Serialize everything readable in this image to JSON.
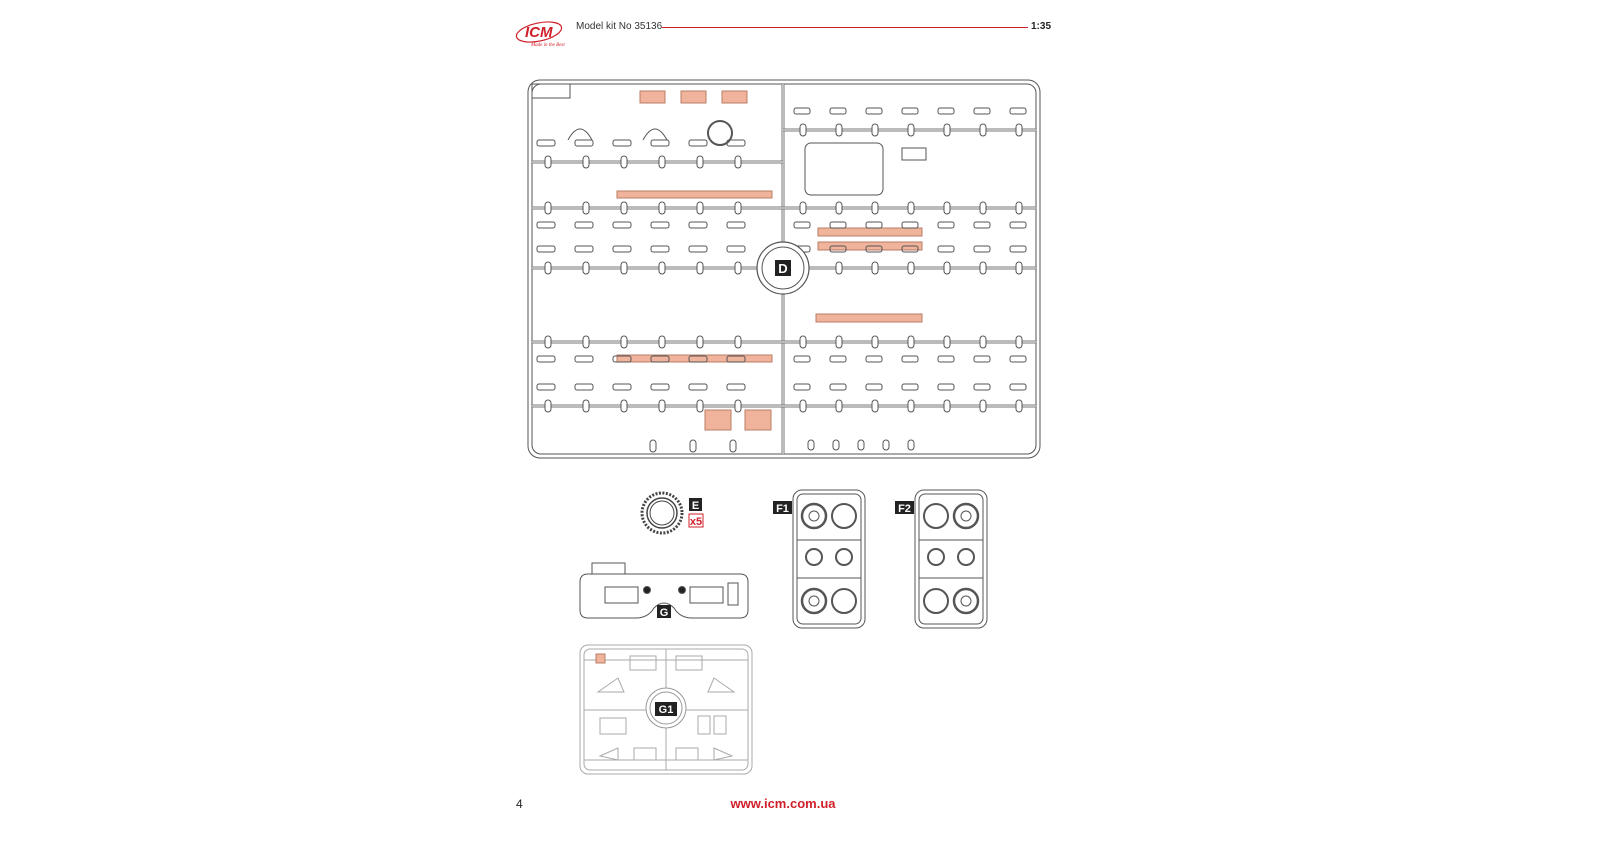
{
  "header": {
    "logo_text": "ICM",
    "logo_tagline": "Made in the Best",
    "title": "Model kit No 35136",
    "scale": "1:35"
  },
  "sprues": {
    "d": {
      "label": "D"
    },
    "e": {
      "label": "E",
      "quantity": "x5"
    },
    "f1": {
      "label": "F1"
    },
    "f2": {
      "label": "F2"
    },
    "g": {
      "label": "G"
    },
    "g1": {
      "label": "G1"
    }
  },
  "colors": {
    "accent": "#d0202a",
    "highlight": "#f0b49c",
    "line": "#555555"
  },
  "footer": {
    "page_number": "4",
    "website": "www.icm.com.ua"
  }
}
